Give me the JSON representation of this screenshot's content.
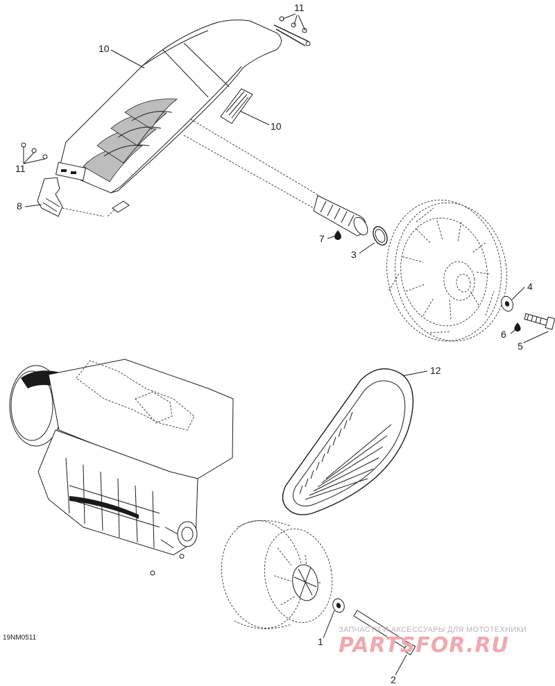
{
  "diagram": {
    "drawing_code": "19NM0511",
    "callouts": [
      {
        "id": "c10a",
        "label": "10"
      },
      {
        "id": "c10b",
        "label": "10"
      },
      {
        "id": "c11a",
        "label": "11"
      },
      {
        "id": "c11b",
        "label": "11"
      },
      {
        "id": "c8",
        "label": "8"
      },
      {
        "id": "c7",
        "label": "7"
      },
      {
        "id": "c3",
        "label": "3"
      },
      {
        "id": "c4",
        "label": "4"
      },
      {
        "id": "c6",
        "label": "6"
      },
      {
        "id": "c5",
        "label": "5"
      },
      {
        "id": "c12",
        "label": "12"
      },
      {
        "id": "c1",
        "label": "1"
      },
      {
        "id": "c2",
        "label": "2"
      }
    ]
  },
  "watermark": {
    "tagline": "ЗАПЧАСТИ И АКСЕССУАРЫ ДЛЯ МОТОТЕХНИКИ",
    "brand": "PARTSFOR.RU"
  },
  "colors": {
    "ink": "#1a1a1a",
    "watermark_brand": "#f0a9ad",
    "watermark_tagline": "#b5b5b5"
  }
}
